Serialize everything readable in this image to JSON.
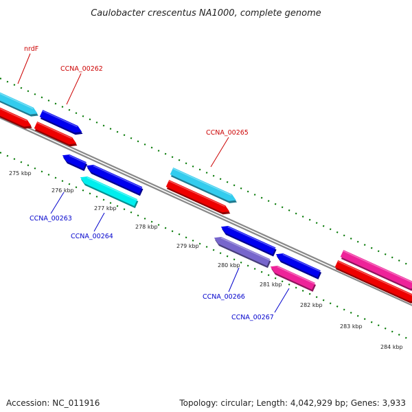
{
  "title": "Caulobacter crescentus NA1000, complete genome",
  "footer": {
    "accession": "Accession: NC_011916",
    "summary": "Topology: circular; Length: 4,042,929 bp; Genes: 3,933"
  },
  "ticks": [
    "275 kbp",
    "276 kbp",
    "277 kbp",
    "278 kbp",
    "279 kbp",
    "280 kbp",
    "281 kbp",
    "282 kbp",
    "283 kbp",
    "284 kbp"
  ],
  "features": [
    {
      "id": "f1",
      "color": "#33ccee",
      "strand": "+"
    },
    {
      "id": "f2",
      "color": "#ee0000",
      "strand": "+"
    },
    {
      "id": "f3",
      "color": "#0000ee",
      "strand": "+"
    },
    {
      "id": "f4",
      "color": "#ee0000",
      "strand": "+"
    },
    {
      "id": "f5",
      "color": "#33ccee",
      "strand": "+"
    },
    {
      "id": "f6",
      "color": "#ee0000",
      "strand": "+"
    },
    {
      "id": "f7",
      "color": "#ee2299",
      "strand": "+"
    },
    {
      "id": "f8",
      "color": "#ee0000",
      "strand": "+"
    },
    {
      "id": "f9",
      "color": "#0000ee",
      "strand": "-"
    },
    {
      "id": "f10",
      "color": "#0000ee",
      "strand": "-"
    },
    {
      "id": "f11",
      "color": "#00eeee",
      "strand": "-"
    },
    {
      "id": "f12",
      "color": "#0000ee",
      "strand": "-"
    },
    {
      "id": "f13",
      "color": "#7766cc",
      "strand": "-"
    },
    {
      "id": "f14",
      "color": "#0000ee",
      "strand": "-"
    },
    {
      "id": "f15",
      "color": "#ee2299",
      "strand": "-"
    }
  ],
  "labels": [
    {
      "text": "nrdF",
      "color": "#cc0000"
    },
    {
      "text": "CCNA_00262",
      "color": "#cc0000"
    },
    {
      "text": "CCNA_00265",
      "color": "#cc0000"
    },
    {
      "text": "CCNA_00263",
      "color": "#0000cc"
    },
    {
      "text": "CCNA_00264",
      "color": "#0000cc"
    },
    {
      "text": "CCNA_00266",
      "color": "#0000cc"
    },
    {
      "text": "CCNA_00267",
      "color": "#0000cc"
    }
  ],
  "colors": {
    "backbone": "#888888",
    "tick": "#007700"
  }
}
